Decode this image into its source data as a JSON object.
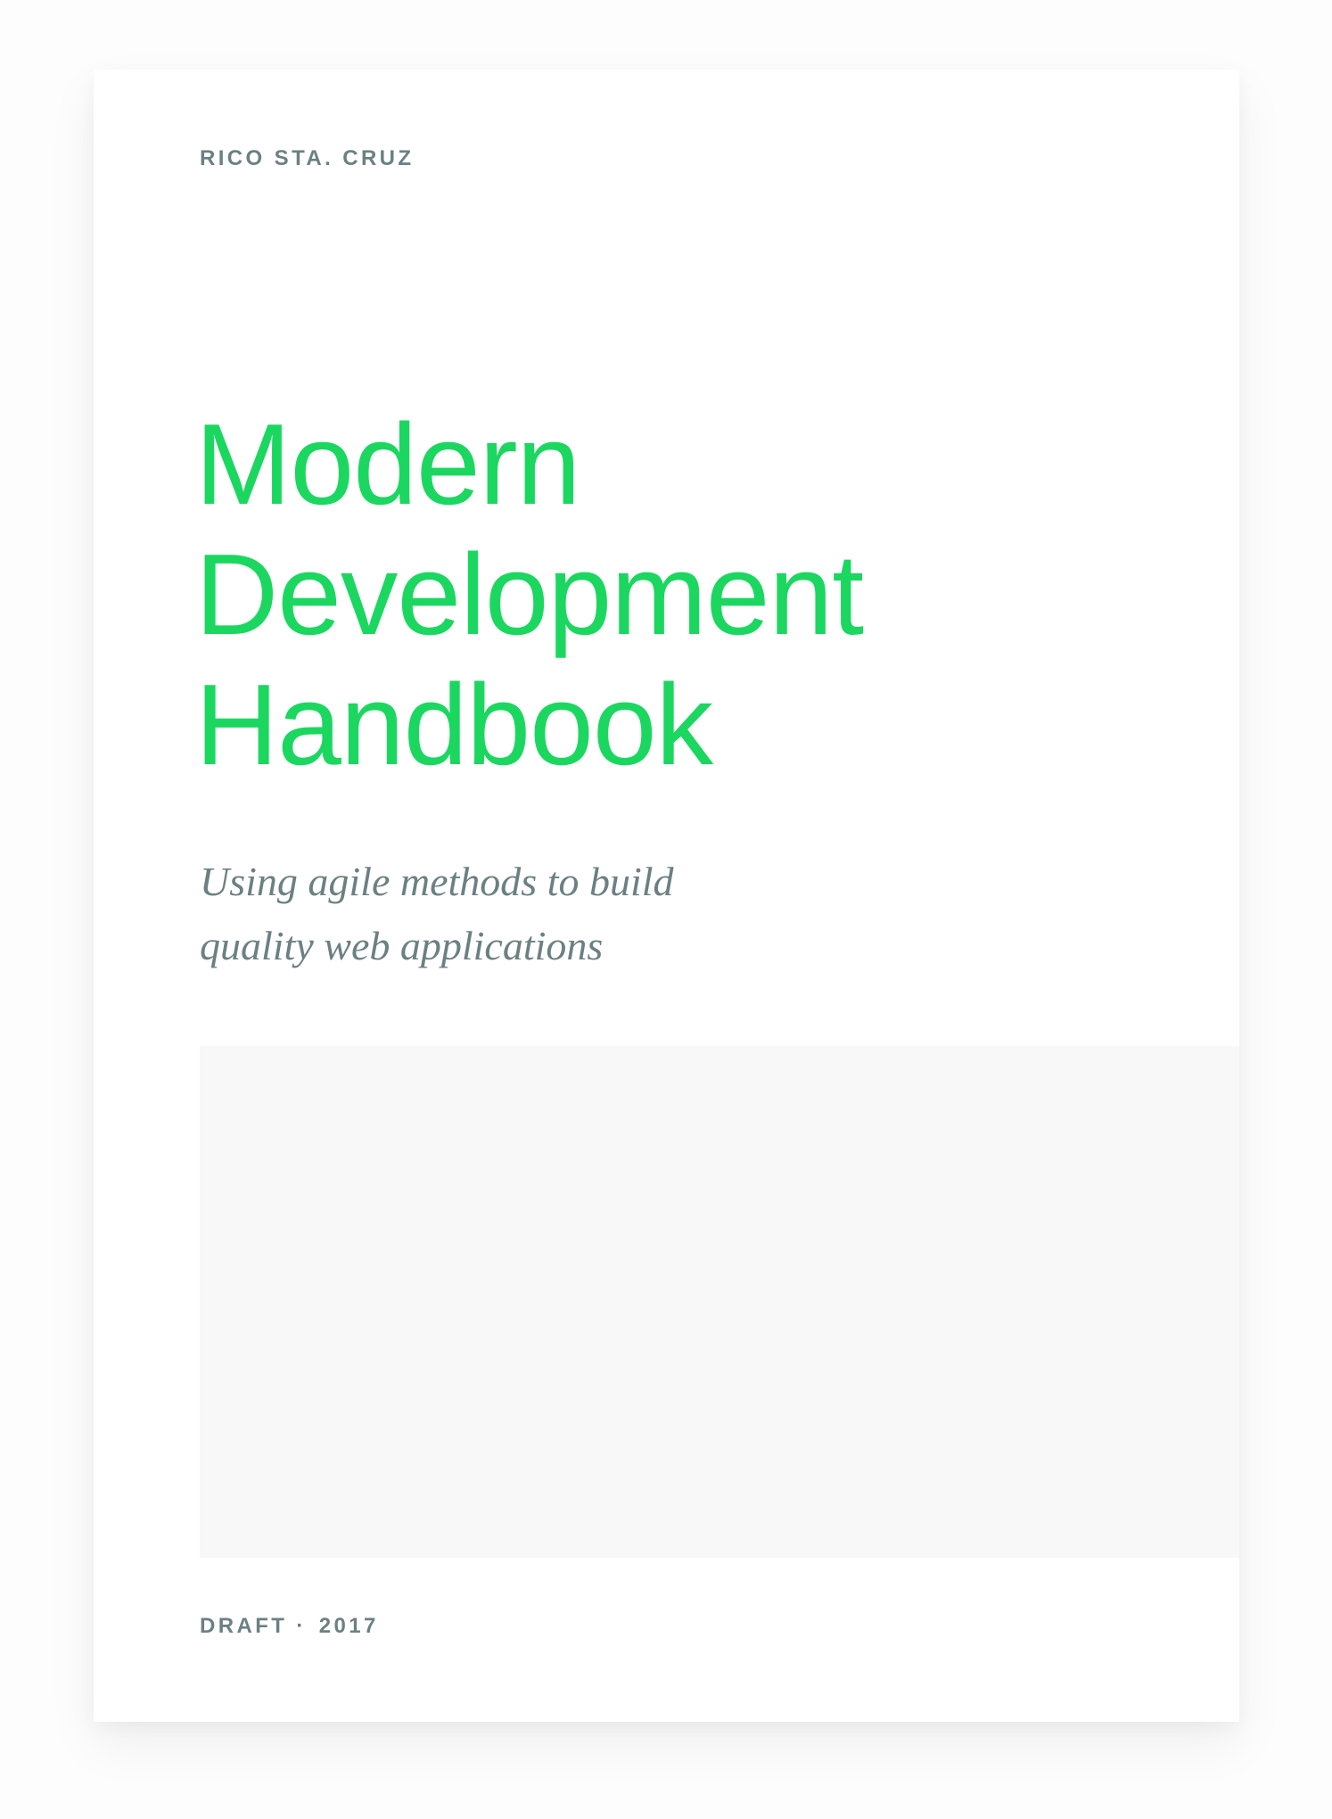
{
  "cover": {
    "author": "RICO STA. CRUZ",
    "title_lines": [
      "Modern",
      "Development",
      "Handbook"
    ],
    "subtitle_lines": [
      "Using agile methods to build",
      "quality web applications"
    ],
    "footer": {
      "status": "DRAFT",
      "separator": "·",
      "year": "2017"
    }
  },
  "colors": {
    "accent": "#1bd760",
    "muted_text": "#6b8082",
    "page_background": "#ffffff",
    "placeholder": "#f8f8f8"
  }
}
